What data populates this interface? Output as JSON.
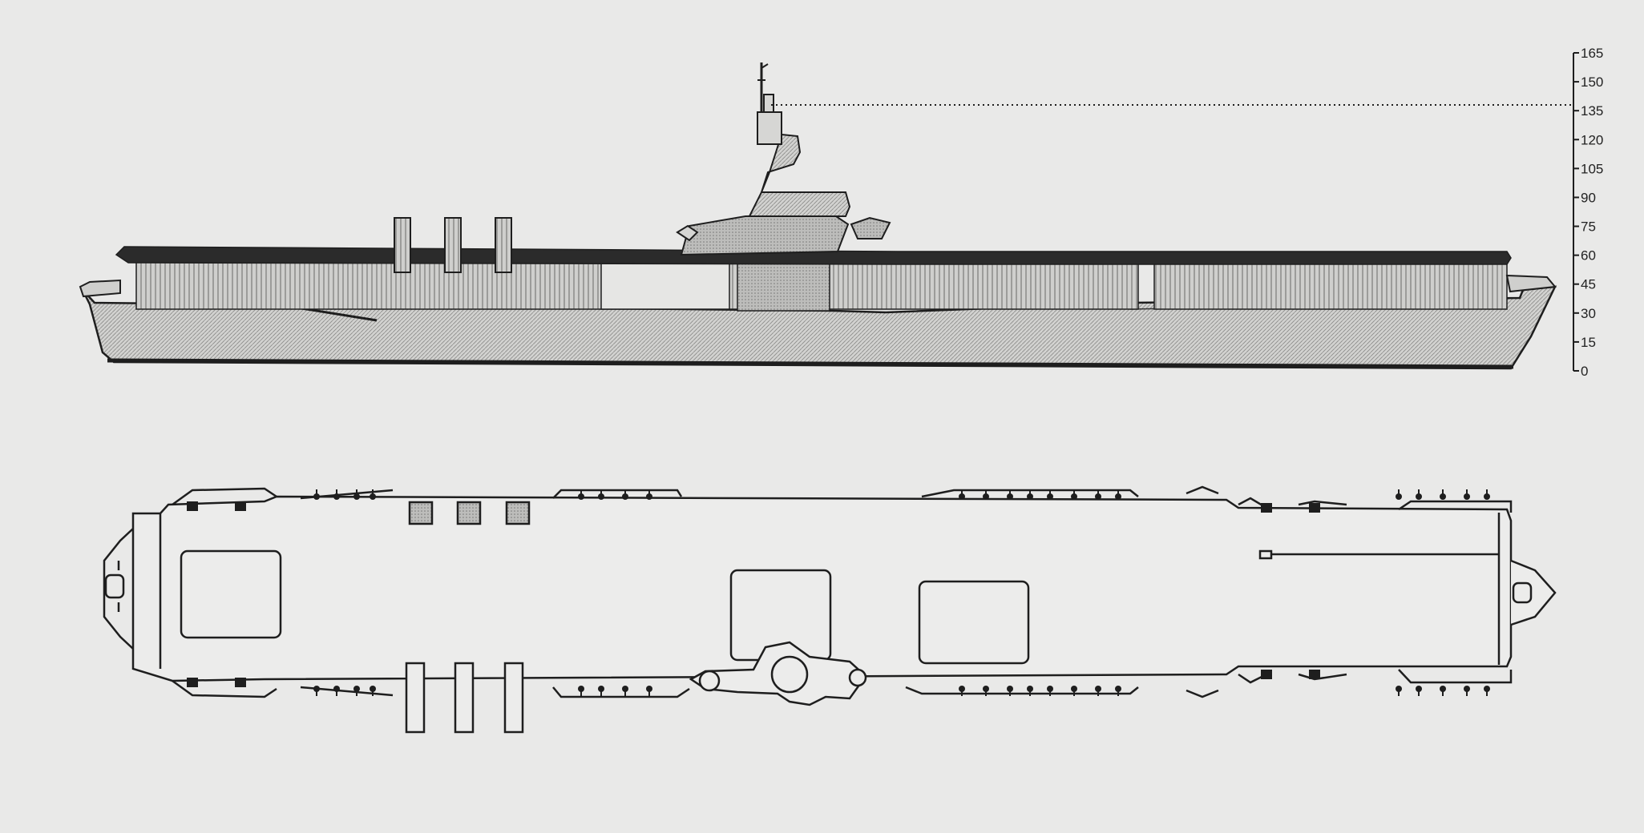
{
  "height_scale": {
    "ticks": [
      "165",
      "150",
      "135",
      "120",
      "105",
      "90",
      "75",
      "60",
      "45",
      "30",
      "15",
      "0"
    ],
    "marked_height": "135"
  },
  "colors": {
    "paper": "#e9e9e8",
    "ink": "#1e1e1e",
    "hull_fill": "#c9c9c7",
    "dark_fill": "#9f9f9d"
  },
  "views": {
    "profile": "ship-side-elevation",
    "plan": "flight-deck-plan"
  }
}
